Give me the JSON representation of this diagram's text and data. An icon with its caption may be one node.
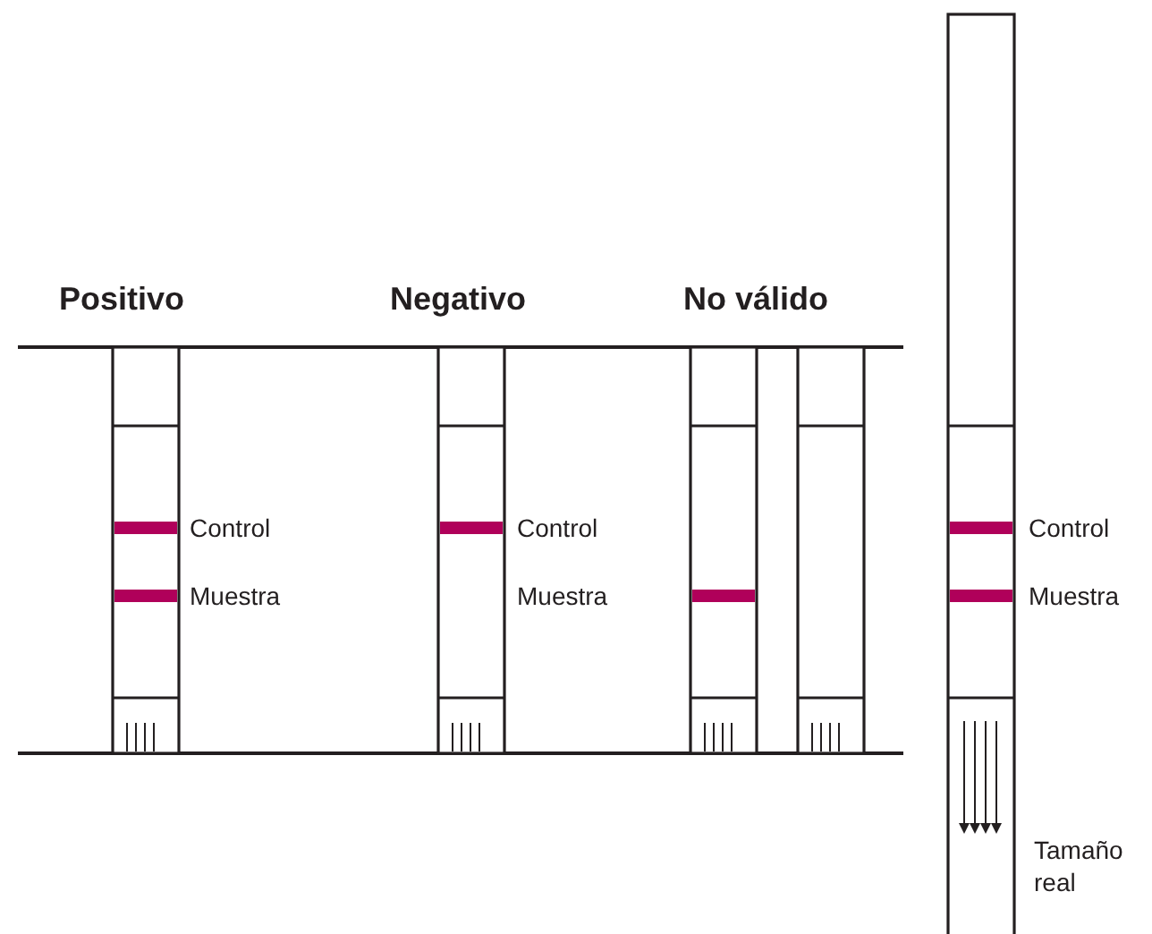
{
  "diagram": {
    "labels": [
      "Positivo",
      "Negativo",
      "No válido",
      "Control",
      "Control",
      "Control",
      "Muestra",
      "Muestra",
      "Muestra",
      "Tamaño real"
    ]
  }
}
